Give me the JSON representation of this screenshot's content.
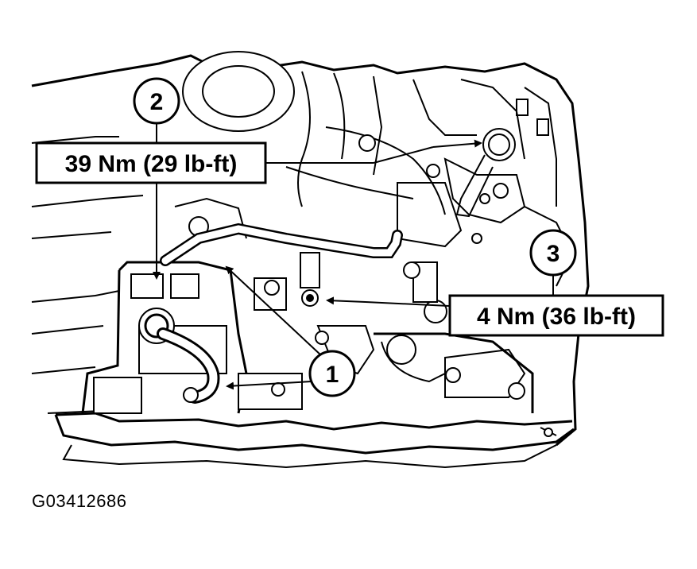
{
  "callouts": [
    {
      "number": "1"
    },
    {
      "number": "2"
    },
    {
      "number": "3"
    }
  ],
  "torque_labels": [
    {
      "text": "39 Nm (29 lb-ft)"
    },
    {
      "text": "4 Nm (36 lb-ft)"
    }
  ],
  "figure_id": "G03412686"
}
